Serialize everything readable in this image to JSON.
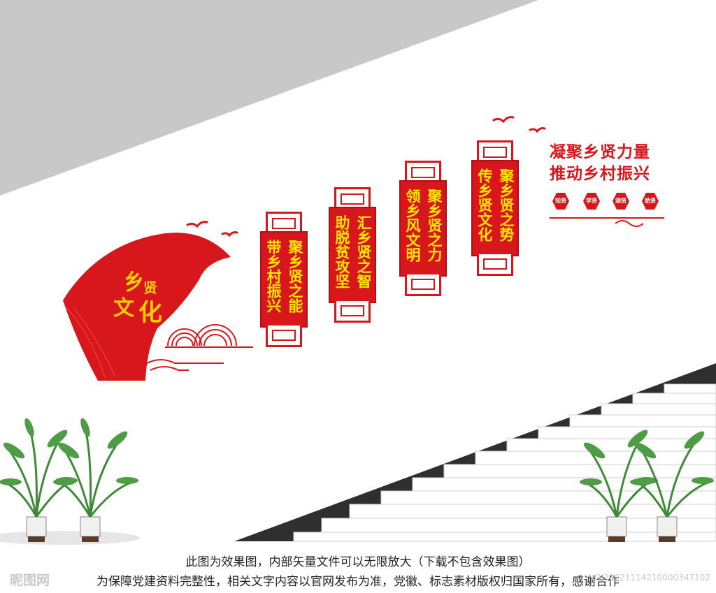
{
  "flag": {
    "title_chars": [
      "乡",
      "贤",
      "文",
      "化"
    ]
  },
  "panels": [
    {
      "lines": [
        "带乡村振兴",
        "聚乡贤之能"
      ]
    },
    {
      "lines": [
        "助脱贫攻坚",
        "汇乡贤之智"
      ]
    },
    {
      "lines": [
        "领乡风文明",
        "聚乡贤之力"
      ]
    },
    {
      "lines": [
        "传乡贤文化",
        "聚乡贤之势"
      ]
    }
  ],
  "slogan": {
    "line1": "凝聚乡贤力量",
    "line2": "推动乡村振兴"
  },
  "badges": [
    "知贤",
    "学贤",
    "颂贤",
    "助贤"
  ],
  "captions": {
    "line1": "此图为效果图，内部矢量文件可以无限放大（下载不包含效果图）",
    "line2": "为保障党建资料完整性，相关文字内容以官网发布为准，党徽、标志素材版权归国家所有，感谢合作"
  },
  "watermark": {
    "logo_text": "昵图网",
    "id_text": "NO:20221114210000347102"
  },
  "colors": {
    "primary_red": "#d8171c",
    "text_yellow": "#ffe600",
    "ceiling_gray": "#c8c8c8"
  }
}
